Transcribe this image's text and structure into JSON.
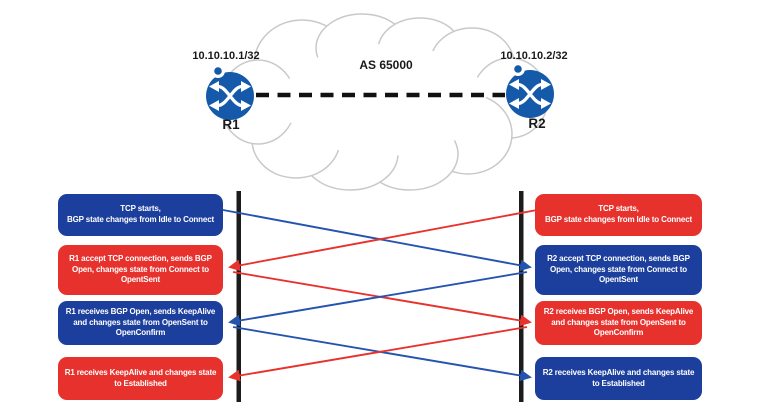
{
  "topology": {
    "as_label": "AS 65000",
    "routers": [
      {
        "name": "R1",
        "ip": "10.10.10.1/32"
      },
      {
        "name": "R2",
        "ip": "10.10.10.2/32"
      }
    ]
  },
  "sequence": {
    "left": [
      {
        "text": "TCP starts,\nBGP state changes from Idle to Connect",
        "color": "blue"
      },
      {
        "text": "R1 accept TCP connection, sends BGP Open, changes state from Connect to OpentSent",
        "color": "red"
      },
      {
        "text": "R1 receives BGP Open, sends KeepAlive and changes state from OpenSent to OpenConfirm",
        "color": "blue"
      },
      {
        "text": "R1 receives KeepAlive and changes state to Established",
        "color": "red"
      }
    ],
    "right": [
      {
        "text": "TCP starts,\nBGP state changes from Idle to Connect",
        "color": "red"
      },
      {
        "text": "R2 accept TCP connection, sends BGP Open, changes state from Connect to OpentSent",
        "color": "blue"
      },
      {
        "text": "R2 receives BGP Open, sends KeepAlive and changes state from OpenSent to OpenConfirm",
        "color": "red"
      },
      {
        "text": "R2 receives KeepAlive and changes state to Established",
        "color": "blue"
      }
    ]
  },
  "colors": {
    "blue": "#1c3f9d",
    "red": "#e7312d",
    "arrow_blue": "#2453b0",
    "arrow_red": "#e8322d",
    "router_blue": "#1459aa",
    "timeline": "#1c1c1c",
    "cloud_stroke": "#c9c9c9",
    "link_color": "#111111",
    "label_color": "#1a1a1a",
    "box_text": "#ffffff"
  }
}
